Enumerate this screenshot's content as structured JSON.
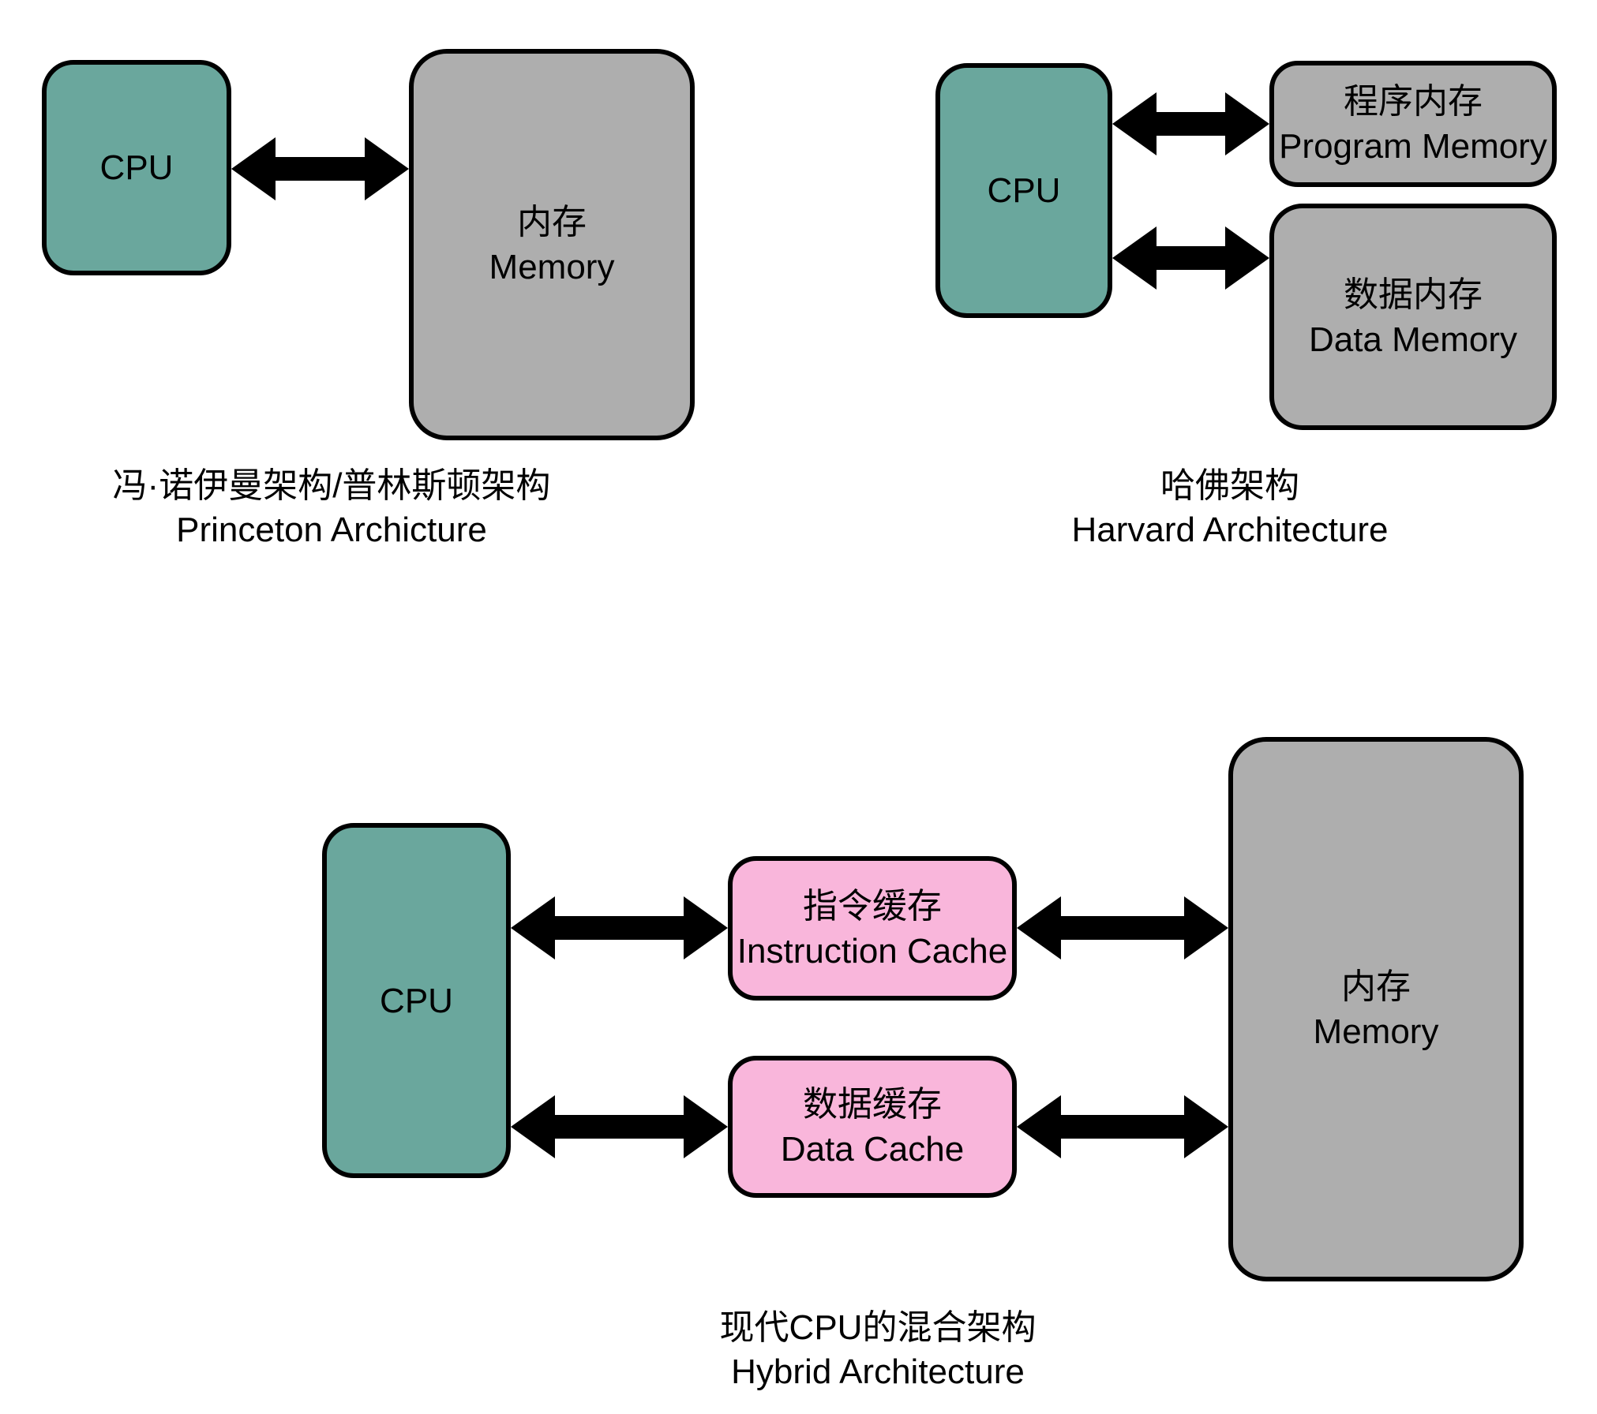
{
  "colors": {
    "cpu_fill": "#6aa79d",
    "memory_fill": "#aeaeae",
    "cache_fill": "#f9b6db",
    "outline": "#000000",
    "background": "#ffffff",
    "text": "#000000"
  },
  "icons": {
    "bidirectional_arrow": "double-arrow-icon"
  },
  "diagrams": {
    "princeton": {
      "cpu_label": "CPU",
      "memory_label_zh": "内存",
      "memory_label_en": "Memory",
      "caption_zh": "冯·诺伊曼架构/普林斯顿架构",
      "caption_en": "Princeton Archicture"
    },
    "harvard": {
      "cpu_label": "CPU",
      "program_memory_label_zh": "程序内存",
      "program_memory_label_en": "Program Memory",
      "data_memory_label_zh": "数据内存",
      "data_memory_label_en": "Data Memory",
      "caption_zh": "哈佛架构",
      "caption_en": "Harvard Architecture"
    },
    "hybrid": {
      "cpu_label": "CPU",
      "instruction_cache_label_zh": "指令缓存",
      "instruction_cache_label_en": "Instruction Cache",
      "data_cache_label_zh": "数据缓存",
      "data_cache_label_en": "Data Cache",
      "memory_label_zh": "内存",
      "memory_label_en": "Memory",
      "caption_zh": "现代CPU的混合架构",
      "caption_en": "Hybrid Architecture"
    }
  }
}
